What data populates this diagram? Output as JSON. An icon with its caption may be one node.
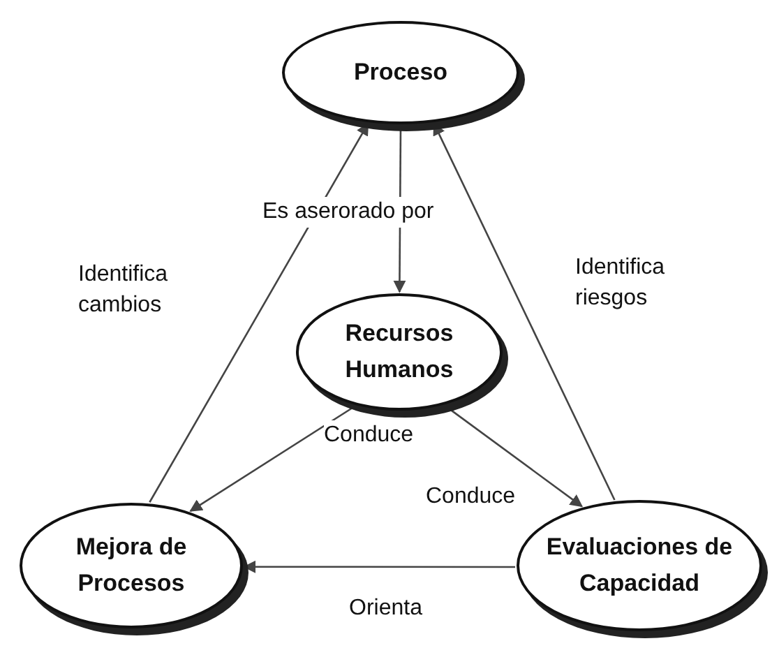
{
  "diagram": {
    "nodes": [
      {
        "text": [
          "Proceso"
        ]
      },
      {
        "text": [
          "Recursos Humanos"
        ]
      },
      {
        "text": [
          "Mejora de Procesos"
        ]
      },
      {
        "text": [
          "Evaluaciones de Capacidad"
        ]
      }
    ],
    "edges": [
      {
        "from": 0,
        "to": 1,
        "arrow": "to",
        "label": "Es aserorado por"
      },
      {
        "from": 2,
        "to": 0,
        "arrow": "to",
        "label": "Identifica cambios"
      },
      {
        "from": 3,
        "to": 0,
        "arrow": "to",
        "label": "Identifica riesgos"
      },
      {
        "from": 1,
        "to": 2,
        "arrow": "to",
        "label": "Conduce"
      },
      {
        "from": 1,
        "to": 3,
        "arrow": "to",
        "label": "Conduce"
      },
      {
        "from": 3,
        "to": 2,
        "arrow": "to",
        "label": "Orienta"
      }
    ]
  }
}
